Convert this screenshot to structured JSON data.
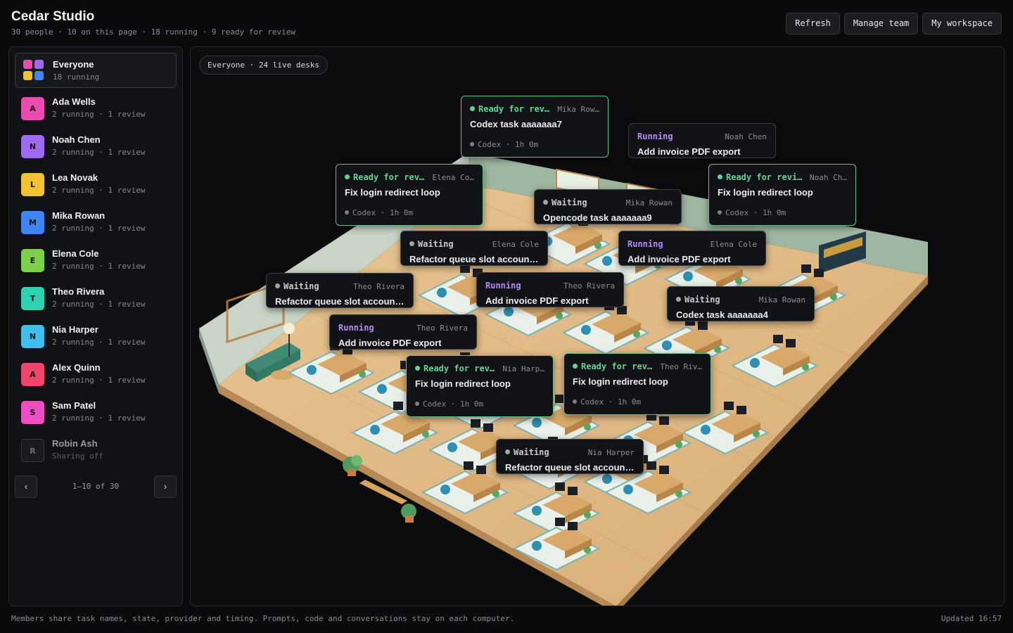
{
  "header": {
    "title": "Cedar Studio",
    "subtitle": "30 people · 10 on this page · 18 running · 9 ready for review",
    "refresh_label": "Refresh",
    "manage_team_label": "Manage team",
    "my_workspace_label": "My workspace"
  },
  "sidebar": {
    "everyone": {
      "name": "Everyone",
      "status": "18 running"
    },
    "people": [
      {
        "initial": "A",
        "name": "Ada Wells",
        "status": "2 running · 1 review",
        "color": "#e94bb0",
        "presence": "offline"
      },
      {
        "initial": "N",
        "name": "Noah Chen",
        "status": "2 running · 1 review",
        "color": "#a06af0",
        "presence": "online"
      },
      {
        "initial": "L",
        "name": "Lea Novak",
        "status": "2 running · 1 review",
        "color": "#f1c330",
        "presence": "online"
      },
      {
        "initial": "M",
        "name": "Mika Rowan",
        "status": "2 running · 1 review",
        "color": "#3f86f2",
        "presence": "offline"
      },
      {
        "initial": "E",
        "name": "Elena Cole",
        "status": "2 running · 1 review",
        "color": "#7ed04a",
        "presence": "online"
      },
      {
        "initial": "T",
        "name": "Theo Rivera",
        "status": "2 running · 1 review",
        "color": "#2fd2b0",
        "presence": "online"
      },
      {
        "initial": "N",
        "name": "Nia Harper",
        "status": "2 running · 1 review",
        "color": "#3fc0ec",
        "presence": "offline"
      },
      {
        "initial": "A",
        "name": "Alex Quinn",
        "status": "2 running · 1 review",
        "color": "#f0466e",
        "presence": "online"
      },
      {
        "initial": "S",
        "name": "Sam Patel",
        "status": "2 running · 1 review",
        "color": "#ec4fc2",
        "presence": "online"
      },
      {
        "initial": "R",
        "name": "Robin Ash",
        "status": "Sharing off",
        "color": "#1a1b1f",
        "presence": "none"
      }
    ],
    "pager": {
      "prev": "‹",
      "next": "›",
      "label": "1–10 of 30"
    }
  },
  "main": {
    "filter_pill": "Everyone · 24 live desks",
    "cards": [
      {
        "state": "Ready for rev…",
        "kind": "ready",
        "owner": "Mika Row…",
        "task": "Codex task aaaaaaa7",
        "provider": "Codex",
        "time": "1h 0m"
      },
      {
        "state": "Running",
        "kind": "running",
        "owner": "Noah Chen",
        "task": "Add invoice PDF export"
      },
      {
        "state": "Ready for rev…",
        "kind": "ready",
        "owner": "Elena Co…",
        "task": "Fix login redirect loop",
        "provider": "Codex",
        "time": "1h 0m"
      },
      {
        "state": "Ready for revi…",
        "kind": "ready",
        "owner": "Noah Ch…",
        "task": "Fix login redirect loop",
        "provider": "Codex",
        "time": "1h 0m"
      },
      {
        "state": "Waiting",
        "kind": "waiting",
        "owner": "Mika Rowan",
        "task": "Opencode task aaaaaaa9"
      },
      {
        "state": "Waiting",
        "kind": "waiting",
        "owner": "Elena Cole",
        "task": "Refactor queue slot accountin…"
      },
      {
        "state": "Running",
        "kind": "running",
        "owner": "Elena Cole",
        "task": "Add invoice PDF export"
      },
      {
        "state": "Waiting",
        "kind": "waiting",
        "owner": "Theo Rivera",
        "task": "Refactor queue slot accountin…"
      },
      {
        "state": "Running",
        "kind": "running",
        "owner": "Theo Rivera",
        "task": "Add invoice PDF export"
      },
      {
        "state": "Waiting",
        "kind": "waiting",
        "owner": "Mika Rowan",
        "task": "Codex task aaaaaaa4"
      },
      {
        "state": "Running",
        "kind": "running",
        "owner": "Theo Rivera",
        "task": "Add invoice PDF export"
      },
      {
        "state": "Ready for rev…",
        "kind": "ready",
        "owner": "Nia Harp…",
        "task": "Fix login redirect loop",
        "provider": "Codex",
        "time": "1h 0m"
      },
      {
        "state": "Ready for rev…",
        "kind": "ready",
        "owner": "Theo Riv…",
        "task": "Fix login redirect loop",
        "provider": "Codex",
        "time": "1h 0m"
      },
      {
        "state": "Waiting",
        "kind": "waiting",
        "owner": "Nia Harper",
        "task": "Refactor queue slot accountin…"
      }
    ]
  },
  "footer": {
    "note": "Members share task names, state, provider and timing. Prompts, code and conversations stay on each computer.",
    "updated": "Updated 16:57"
  }
}
